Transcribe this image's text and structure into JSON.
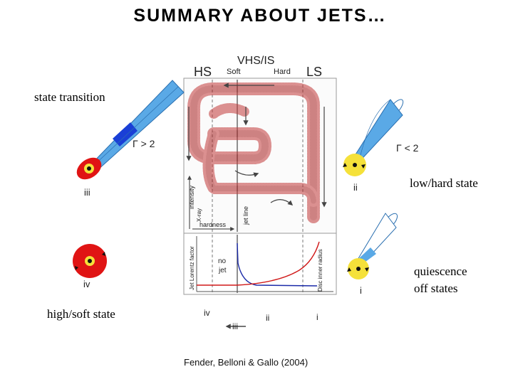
{
  "title": "SUMMARY ABOUT JETS…",
  "labels": {
    "state_transition": "state transition",
    "low_hard": "low/hard state",
    "quiescence_1": "quiescence",
    "quiescence_2": "off states",
    "high_soft": "high/soft state"
  },
  "diagram": {
    "vhs_is": "VHS/IS",
    "hs": "HS",
    "soft": "Soft",
    "hard": "Hard",
    "ls": "LS",
    "gamma_gt": "Γ > 2",
    "gamma_lt": "Γ < 2",
    "intensity": "intensity",
    "x_ray": "X-ray",
    "hardness": "hardness",
    "jet_line": "jet line",
    "jet_lorentz_factor": "Jet Lorentz factor",
    "disc_inner_radius": "Disc inner radius",
    "no_jet_1": "no",
    "no_jet_2": "jet",
    "roman": {
      "i_right": "i",
      "ii_right": "ii",
      "iii_left": "iii",
      "iv_left": "iv",
      "iv_axis": "iv",
      "iii_axis": "iii",
      "ii_axis": "ii",
      "i_axis": "i"
    }
  },
  "colors": {
    "jet_blue": "#5aa9e6",
    "jet_dark_blue": "#1a3fd6",
    "disc_red": "#e01414",
    "hole_yellow": "#f5e13a",
    "scatter_red": "#c23a3a",
    "lorentz_blue": "#1a2aa8",
    "radius_red": "#d01818"
  },
  "citation": "Fender, Belloni & Gallo (2004)"
}
